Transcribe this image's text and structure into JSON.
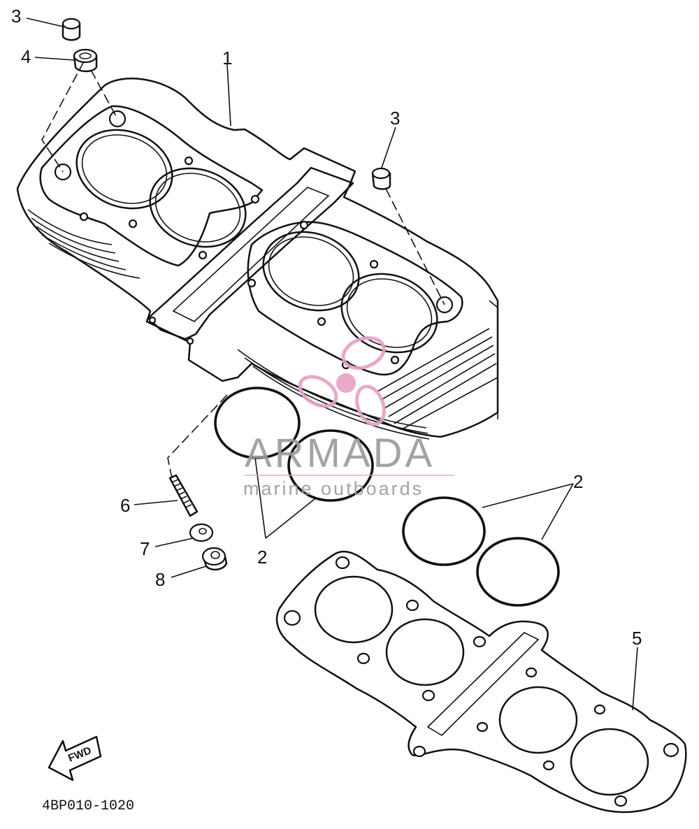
{
  "diagram": {
    "drawing_code": "4BP010-1020",
    "fwd_label": "FWD",
    "callouts": [
      {
        "id": "c3a",
        "text": "3"
      },
      {
        "id": "c4",
        "text": "4"
      },
      {
        "id": "c1",
        "text": "1"
      },
      {
        "id": "c3b",
        "text": "3"
      },
      {
        "id": "c6",
        "text": "6"
      },
      {
        "id": "c7",
        "text": "7"
      },
      {
        "id": "c8",
        "text": "8"
      },
      {
        "id": "c2a",
        "text": "2"
      },
      {
        "id": "c2b",
        "text": "2"
      },
      {
        "id": "c5",
        "text": "5"
      }
    ]
  },
  "watermark": {
    "brand": "ARMADA",
    "tagline": "marine outboards",
    "logo_color": "#e6a0c6",
    "text_color": "#9a9a9a",
    "logo_icon": "propeller-icon"
  },
  "colors": {
    "line": "#111111",
    "background": "#ffffff"
  }
}
